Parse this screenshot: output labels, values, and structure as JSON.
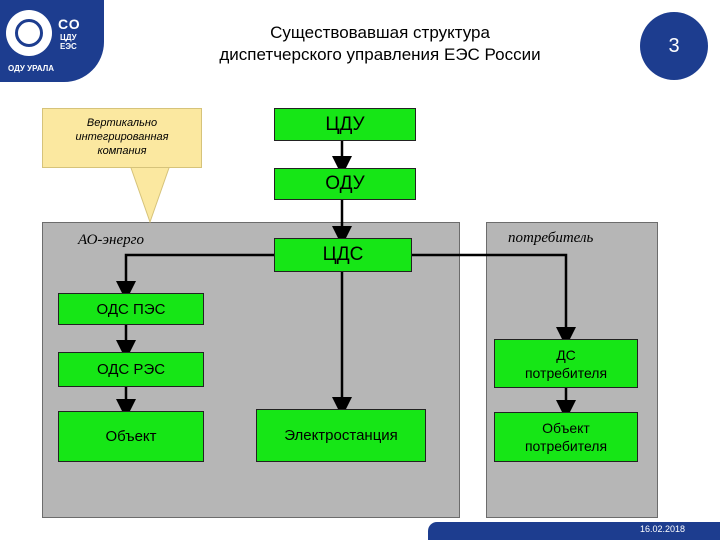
{
  "logo": {
    "line1": "СО",
    "line2": "ЦДУ\nЕЭС",
    "line3": "ОДУ УРАЛА"
  },
  "title": "Существовавшая структура\nдиспетчерского управления ЕЭС России",
  "slide_number": "3",
  "callout": {
    "text": "Вертикально\nинтегрированная\nкомпания"
  },
  "nodes": {
    "cdu": "ЦДУ",
    "odu": "ОДУ",
    "cds": "ЦДС",
    "ods_pes": "ОДС ПЭС",
    "ods_res": "ОДС РЭС",
    "obekt": "Объект",
    "elektrostanciya": "Электростанция",
    "ds_potrebitelya": "ДС\nпотребителя",
    "obekt_potrebitelya": "Объект\nпотребителя"
  },
  "labels": {
    "ao_energo": "АО-энерго",
    "potrebitel": "потребитель"
  },
  "footer": {
    "date": "16.02.2018"
  },
  "colors": {
    "brand_blue": "#1d3d8f",
    "node_green": "#16e616",
    "panel_gray": "#b6b6b6",
    "callout_yellow": "#fbe8a0"
  }
}
